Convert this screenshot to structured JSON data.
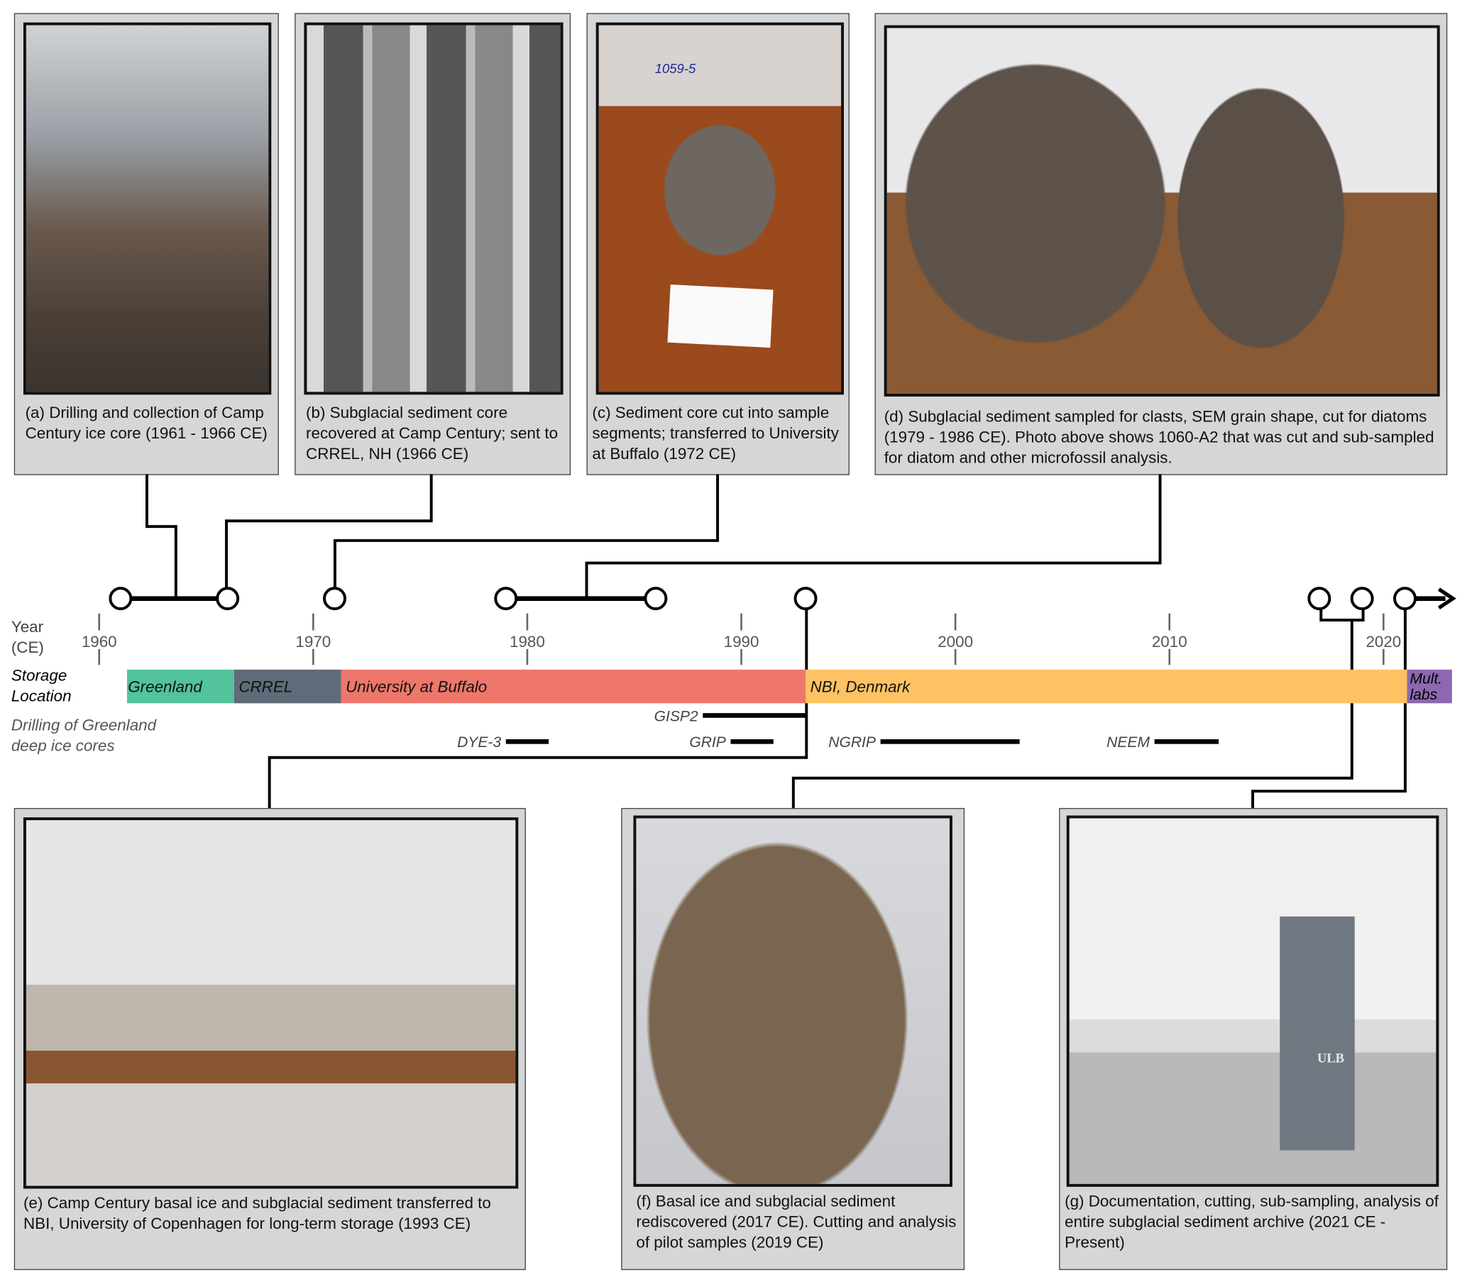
{
  "panels": [
    {
      "id": "a",
      "caption": "(a) Drilling and collection of Camp Century ice core (1961 - 1966 CE)"
    },
    {
      "id": "b",
      "caption": "(b) Subglacial sediment core recovered at Camp Century; sent to CRREL, NH (1966 CE)"
    },
    {
      "id": "c",
      "caption": "(c) Sediment core cut into sample segments; transferred to University at Buffalo (1972 CE)",
      "photo_text": "1059-5"
    },
    {
      "id": "d",
      "caption": "(d) Subglacial sediment sampled for clasts, SEM grain shape, cut for diatoms (1979 - 1986 CE). Photo above shows 1060-A2 that was cut and sub-sampled for diatom and other microfossil analysis."
    },
    {
      "id": "e",
      "caption": "(e) Camp Century basal ice and subglacial sediment transferred to NBI, University of Copenhagen for long-term storage (1993 CE)"
    },
    {
      "id": "f",
      "caption": "(f) Basal ice and subglacial sediment rediscovered (2017 CE). Cutting and analysis of pilot samples (2019 CE)"
    },
    {
      "id": "g",
      "caption": "(g) Documentation, cutting, sub-sampling, analysis of entire subglacial sediment archive (2021 CE - Present)",
      "photo_text": "ULB"
    }
  ],
  "timeline": {
    "year_label": "Year (CE)",
    "storage_label": "Storage Location",
    "drilling_label": "Drilling of Greenland deep ice cores",
    "ticks": [
      1960,
      1970,
      1980,
      1990,
      2000,
      2010,
      2020
    ],
    "events": [
      1961,
      1966,
      1971,
      1979,
      1986,
      1993,
      2017,
      2019,
      2021
    ],
    "storage": [
      {
        "name": "Greenland",
        "start": 1961.3,
        "end": 1966.3,
        "color": "#52c39b"
      },
      {
        "name": "CRREL",
        "start": 1966.3,
        "end": 1971.3,
        "color": "#5f6b78"
      },
      {
        "name": "University at Buffalo",
        "start": 1971.3,
        "end": 1993,
        "color": "#ee766b"
      },
      {
        "name": "NBI, Denmark",
        "start": 1993,
        "end": 2021.1,
        "color": "#fdc263"
      },
      {
        "name": "Mult. labs",
        "start": 2021.1,
        "end": 2023.2,
        "color": "#8d68b0"
      }
    ],
    "cores": [
      {
        "name": "GISP2",
        "start": 1988.2,
        "end": 1993,
        "row": 0
      },
      {
        "name": "DYE-3",
        "start": 1979,
        "end": 1981
      },
      {
        "name": "GRIP",
        "start": 1989.5,
        "end": 1991.5,
        "row": 1
      },
      {
        "name": "NGRIP",
        "start": 1996.5,
        "end": 2003
      },
      {
        "name": "NEEM",
        "start": 2009.3,
        "end": 2012.3
      }
    ]
  }
}
